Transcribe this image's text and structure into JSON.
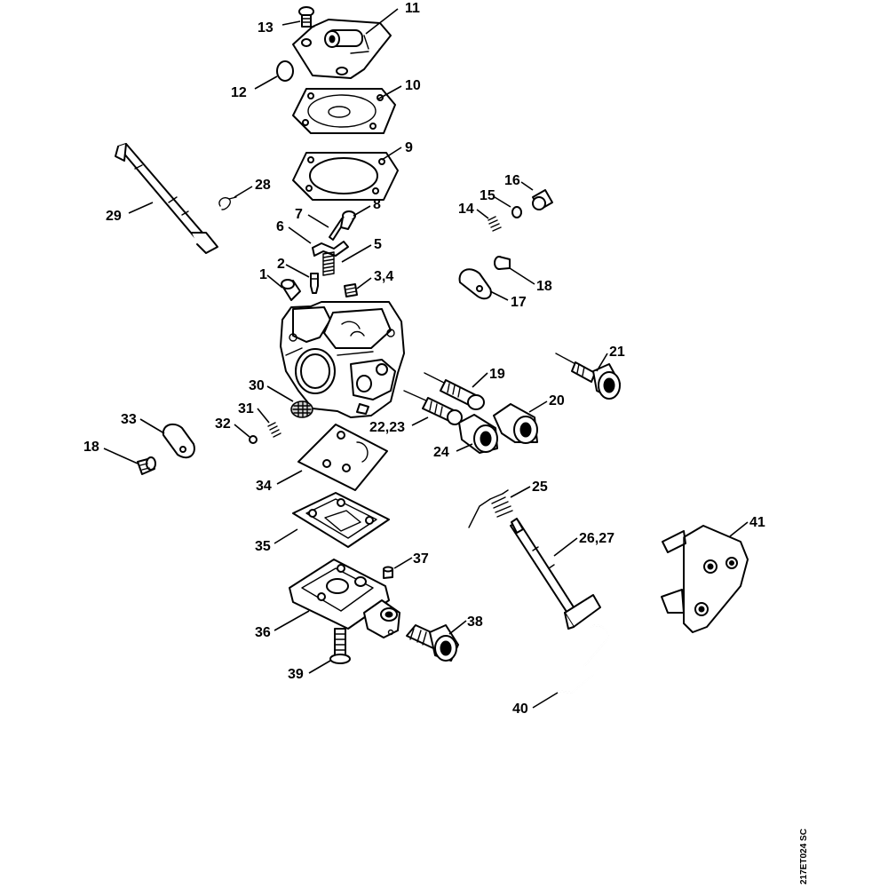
{
  "callouts": [
    {
      "id": "c13",
      "text": "13"
    },
    {
      "id": "c11",
      "text": "11"
    },
    {
      "id": "c12",
      "text": "12"
    },
    {
      "id": "c10",
      "text": "10"
    },
    {
      "id": "c9",
      "text": "9"
    },
    {
      "id": "c28",
      "text": "28"
    },
    {
      "id": "c29",
      "text": "29"
    },
    {
      "id": "c16",
      "text": "16"
    },
    {
      "id": "c15",
      "text": "15"
    },
    {
      "id": "c14",
      "text": "14"
    },
    {
      "id": "c7",
      "text": "7"
    },
    {
      "id": "c8",
      "text": "8"
    },
    {
      "id": "c6",
      "text": "6"
    },
    {
      "id": "c5",
      "text": "5"
    },
    {
      "id": "c2",
      "text": "2"
    },
    {
      "id": "c1",
      "text": "1"
    },
    {
      "id": "c34a",
      "text": "3,4"
    },
    {
      "id": "c18a",
      "text": "18"
    },
    {
      "id": "c17",
      "text": "17"
    },
    {
      "id": "c21",
      "text": "21"
    },
    {
      "id": "c19",
      "text": "19"
    },
    {
      "id": "c30",
      "text": "30"
    },
    {
      "id": "c20",
      "text": "20"
    },
    {
      "id": "c33",
      "text": "33"
    },
    {
      "id": "c31",
      "text": "31"
    },
    {
      "id": "c32",
      "text": "32"
    },
    {
      "id": "c2223",
      "text": "22,23"
    },
    {
      "id": "c18b",
      "text": "18"
    },
    {
      "id": "c24",
      "text": "24"
    },
    {
      "id": "c34",
      "text": "34"
    },
    {
      "id": "c25",
      "text": "25"
    },
    {
      "id": "c41",
      "text": "41"
    },
    {
      "id": "c35",
      "text": "35"
    },
    {
      "id": "c2627",
      "text": "26,27"
    },
    {
      "id": "c37",
      "text": "37"
    },
    {
      "id": "c38",
      "text": "38"
    },
    {
      "id": "c36",
      "text": "36"
    },
    {
      "id": "c39",
      "text": "39"
    },
    {
      "id": "c40",
      "text": "40"
    }
  ],
  "drawing_code": "217ET024 SC"
}
